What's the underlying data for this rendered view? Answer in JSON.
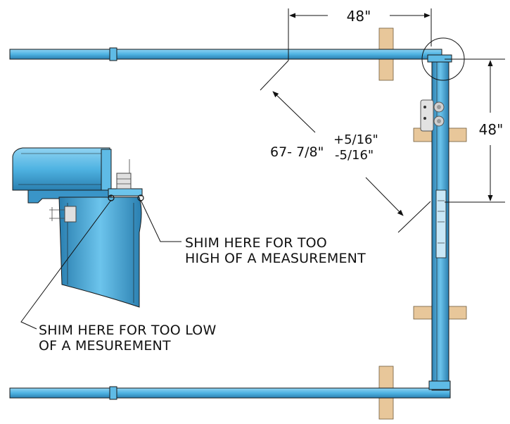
{
  "colors": {
    "steel": "#4fb3e2",
    "steel_light": "#8fd3f2",
    "steel_dark": "#2a7fb0",
    "wood": "#e8c79a",
    "outline": "#1a1a1a",
    "dim_line": "#111111"
  },
  "dimensions": {
    "top": "48\"",
    "right": "48\"",
    "diagonal_main": "67- 7/8\"",
    "diagonal_plus": "+5/16\"",
    "diagonal_minus": "-5/16\""
  },
  "callouts": {
    "high_line1": "SHIM HERE FOR TOO",
    "high_line2": "HIGH OF A MEASUREMENT",
    "low_line1": "SHIM HERE FOR TOO LOW",
    "low_line2": "OF A MESUREMENT"
  }
}
